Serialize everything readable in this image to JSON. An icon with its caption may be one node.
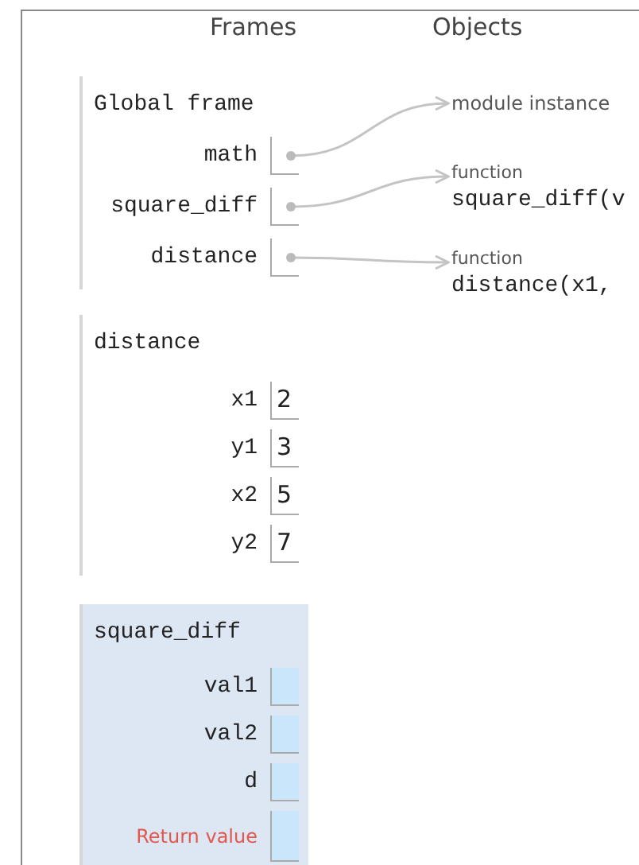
{
  "diagram": {
    "nodes": [
      {
        "text": [
          "Global frame"
        ]
      },
      {
        "text": [
          "math"
        ],
        "in": 0
      },
      {
        "text": [
          "square_diff"
        ],
        "in": 0
      },
      {
        "text": [
          "distance"
        ],
        "in": 0
      },
      {
        "text": [
          "module instance"
        ]
      },
      {
        "text": [
          "function",
          "square_diff(v"
        ]
      },
      {
        "text": [
          "function",
          "distance(x1,"
        ]
      },
      {
        "text": [
          "distance"
        ]
      },
      {
        "text": [
          "x1",
          "2"
        ],
        "in": 7
      },
      {
        "text": [
          "y1",
          "3"
        ],
        "in": 7
      },
      {
        "text": [
          "x2",
          "5"
        ],
        "in": 7
      },
      {
        "text": [
          "y2",
          "7"
        ],
        "in": 7
      },
      {
        "text": [
          "square_diff"
        ]
      },
      {
        "text": [
          "val1"
        ],
        "in": 12
      },
      {
        "text": [
          "val2"
        ],
        "in": 12
      },
      {
        "text": [
          "d"
        ],
        "in": 12
      },
      {
        "text": [
          "Return value"
        ],
        "in": 12
      }
    ],
    "edges": [
      {
        "from": 1,
        "to": 4,
        "arrow": "to"
      },
      {
        "from": 2,
        "to": 5,
        "arrow": "to"
      },
      {
        "from": 3,
        "to": 6,
        "arrow": "to"
      }
    ],
    "labels": [
      "Frames",
      "Objects"
    ]
  }
}
